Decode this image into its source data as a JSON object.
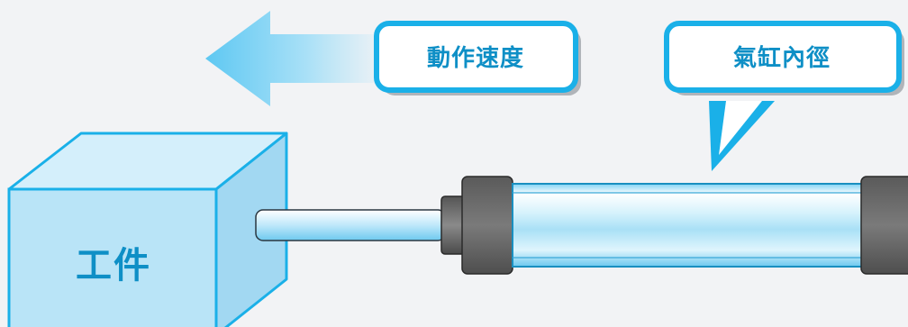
{
  "labels": {
    "speed": "動作速度",
    "bore": "氣缸內徑",
    "workpiece": "工件"
  },
  "icons": {
    "direction": "arrow-left-icon"
  },
  "colors": {
    "background": "#f2f3f5",
    "accent": "#1ab0e8",
    "text": "#0e8fc6",
    "box_front": "#b9e4f7",
    "box_top": "#d4effb",
    "box_side": "#a2d8f2",
    "end_cap": "#6e6e6e",
    "tube_glass": "#c6ecfb"
  }
}
